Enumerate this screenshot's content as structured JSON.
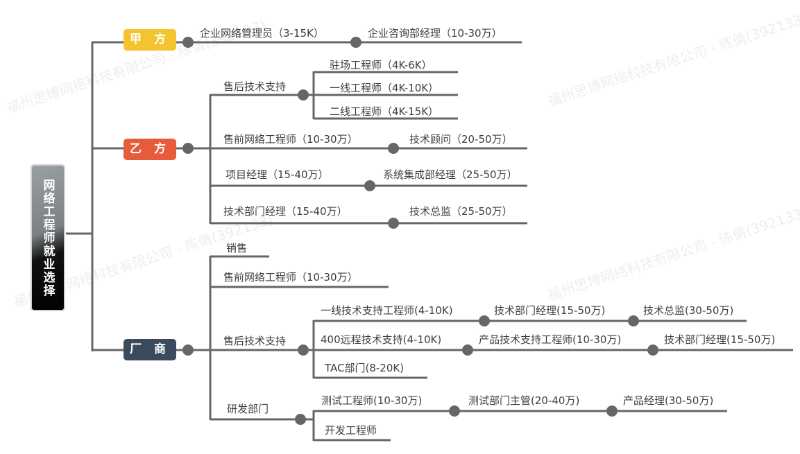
{
  "root": {
    "label": "网络工程师就业选择"
  },
  "watermark": "福州思博网络科技有限公司 - 陈倩(392133)",
  "colors": {
    "jiafang": "#f4c430",
    "yifang": "#e65b3b",
    "changshang": "#3b4b5c",
    "line": "#666666"
  },
  "jiafang": {
    "label": "甲 方",
    "items": [
      "企业网络管理员（3-15K）",
      "企业咨询部经理（10-30万）"
    ]
  },
  "yifang": {
    "label": "乙 方",
    "after_sales": {
      "label": "售后技术支持",
      "items": [
        "驻场工程师（4K-6K）",
        "一线工程师（4K-10K）",
        "二线工程师（4K-15K）"
      ]
    },
    "presales": [
      "售前网络工程师（10-30万）",
      "技术顾问（20-50万）"
    ],
    "pm": [
      "项目经理（15-40万）",
      "系统集成部经理（25-50万）"
    ],
    "tech_mgr": [
      "技术部门经理（15-40万）",
      "技术总监（25-50万）"
    ]
  },
  "changshang": {
    "label": "厂 商",
    "sales": "销售",
    "presales": "售前网络工程师（10-30万）",
    "after_sales": {
      "label": "售后技术支持",
      "line1": [
        "一线技术支持工程师(4-10K)",
        "技术部门经理(15-50万)",
        "技术总监(30-50万)"
      ],
      "line2": [
        "400远程技术支持(4-10K)",
        "产品技术支持工程师(10-30万)",
        "技术部门经理(15-50万)"
      ],
      "line3": "TAC部门(8-20K)"
    },
    "rnd": {
      "label": "研发部门",
      "line1": [
        "测试工程师(10-30万)",
        "测试部门主管(20-40万)",
        "产品经理(30-50万)"
      ],
      "line2": "开发工程师"
    }
  }
}
